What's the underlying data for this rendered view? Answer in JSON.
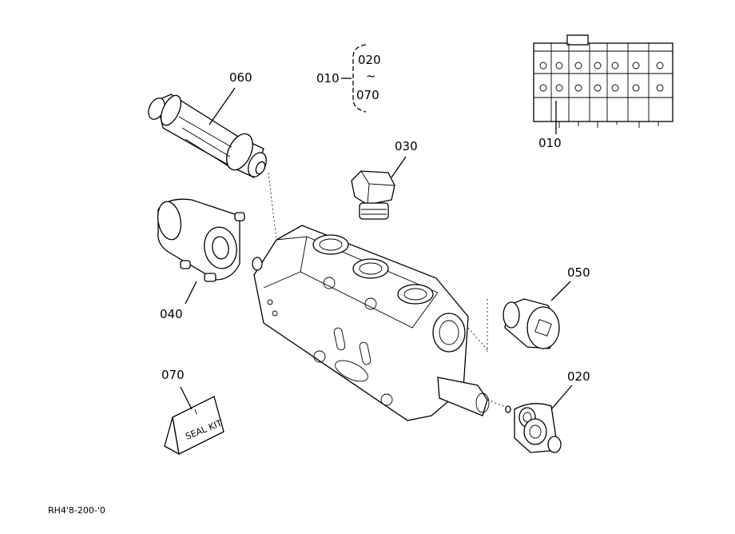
{
  "labels": {
    "p060": "060",
    "p040": "040",
    "p070": "070",
    "p030": "030",
    "p050": "050",
    "p020": "020",
    "p010": "010",
    "range_parent": "010",
    "range_start": "020",
    "range_tilde": "~",
    "range_end": "070"
  },
  "seal_kit_text": "SEAL KIT",
  "drawing_number": "RH4'8-200-'0"
}
